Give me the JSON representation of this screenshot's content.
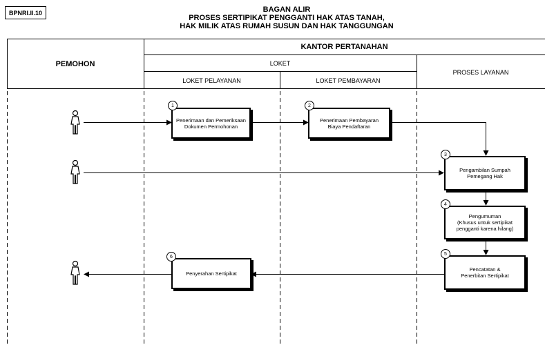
{
  "doc_code": "BPNRI.II.10",
  "title": {
    "line1": "BAGAN ALIR",
    "line2": "PROSES SERTIPIKAT PENGGANTI HAK ATAS TANAH,",
    "line3": "HAK MILIK ATAS RUMAH SUSUN DAN HAK TANGGUNGAN"
  },
  "lanes": {
    "applicant": "PEMOHON",
    "office": "KANTOR PERTANAHAN",
    "counter": "LOKET",
    "service_counter": "LOKET PELAYANAN",
    "payment_counter": "LOKET PEMBAYARAN",
    "service_process": "PROSES LAYANAN"
  },
  "steps": [
    {
      "num": "1",
      "text": "Penerimaan dan Pemeriksaan\nDokumen Permohonan"
    },
    {
      "num": "2",
      "text": "Penerimaan Pembayaran\nBiaya Pendaftaran"
    },
    {
      "num": "3",
      "text": "Pengambilan Sumpah\nPemegang Hak"
    },
    {
      "num": "4",
      "text": "Pengumuman\n(Khusus untuk sertipikat\npengganti karena hilang)"
    },
    {
      "num": "5",
      "text": "Pencatatan &\nPenerbitan Sertipikat"
    },
    {
      "num": "6",
      "text": "Penyerahan Sertipikat"
    }
  ]
}
